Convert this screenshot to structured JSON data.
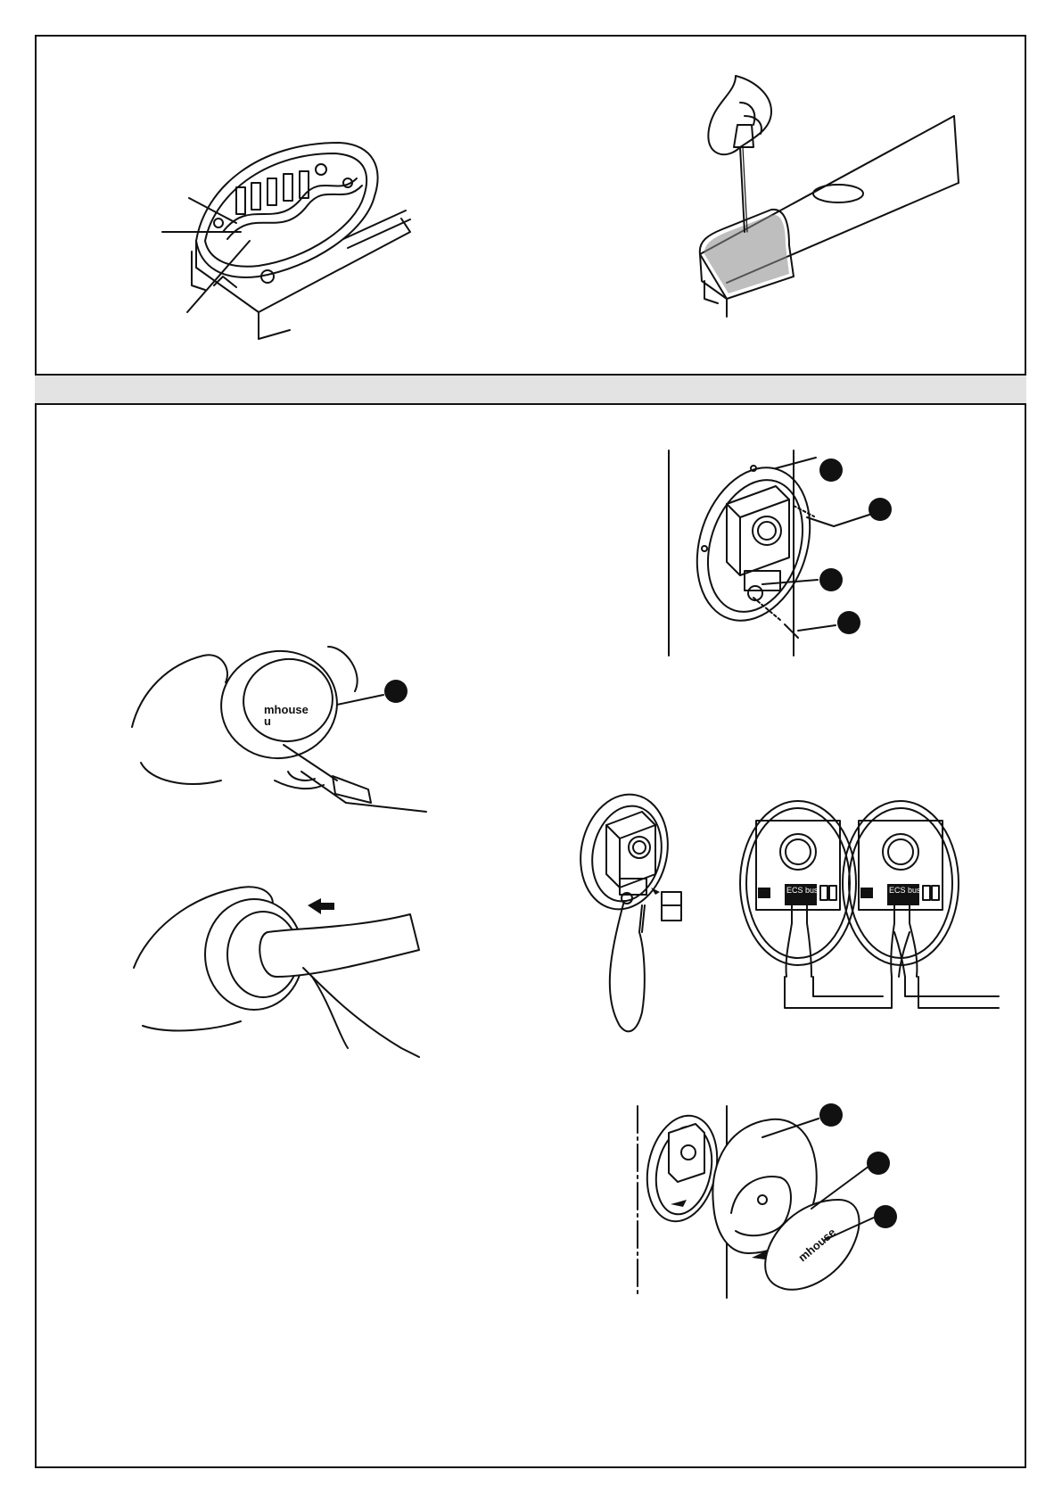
{
  "labels": {
    "brand": "mhouse",
    "brand_mark": "u",
    "bus_label": "ECS bus"
  }
}
